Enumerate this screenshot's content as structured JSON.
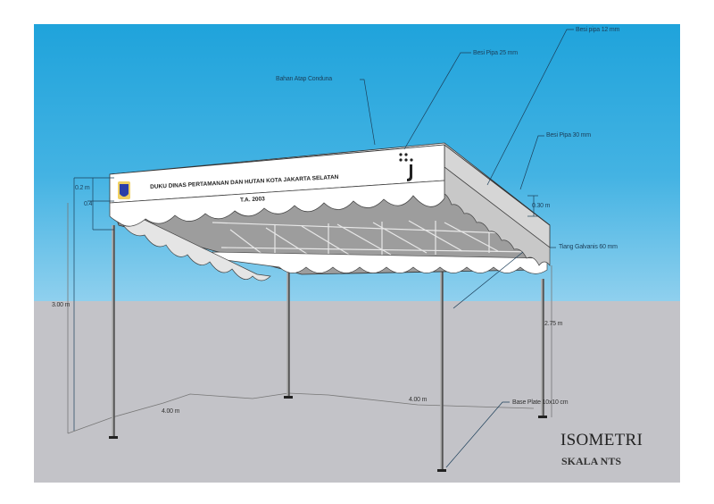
{
  "drawing": {
    "view_title": "ISOMETRI",
    "scale": "SKALA NTS",
    "banner": {
      "line1": "DUKU DINAS PERTAMANAN DAN HUTAN KOTA JAKARTA SELATAN",
      "line2": "T.A. 2003"
    },
    "annotations": {
      "roof_material": "Bahan Atap Conduna",
      "tie_pipe": "Besi pipa 12 mm",
      "truss_pipe": "Besi Pipa 25 mm",
      "frame_pipe": "Besi Pipa 30 mm",
      "post": "Tiang Galvanis 60 mm",
      "base_plate": "Base Plate 10x10 cm"
    },
    "dimensions": {
      "top_offset": "0.2 m",
      "valance": "0.4",
      "roof_height": "0.30 m",
      "total_height": "3.00 m",
      "post_height": "2.75 m",
      "width_left": "4.00 m",
      "width_right": "4.00 m"
    },
    "colors": {
      "sky_top": "#1fa3db",
      "sky_bottom": "#8fd0ee",
      "ground": "#c3c3c8",
      "canopy": "#ffffff",
      "canopy_shade": "#9a9a9a"
    }
  }
}
